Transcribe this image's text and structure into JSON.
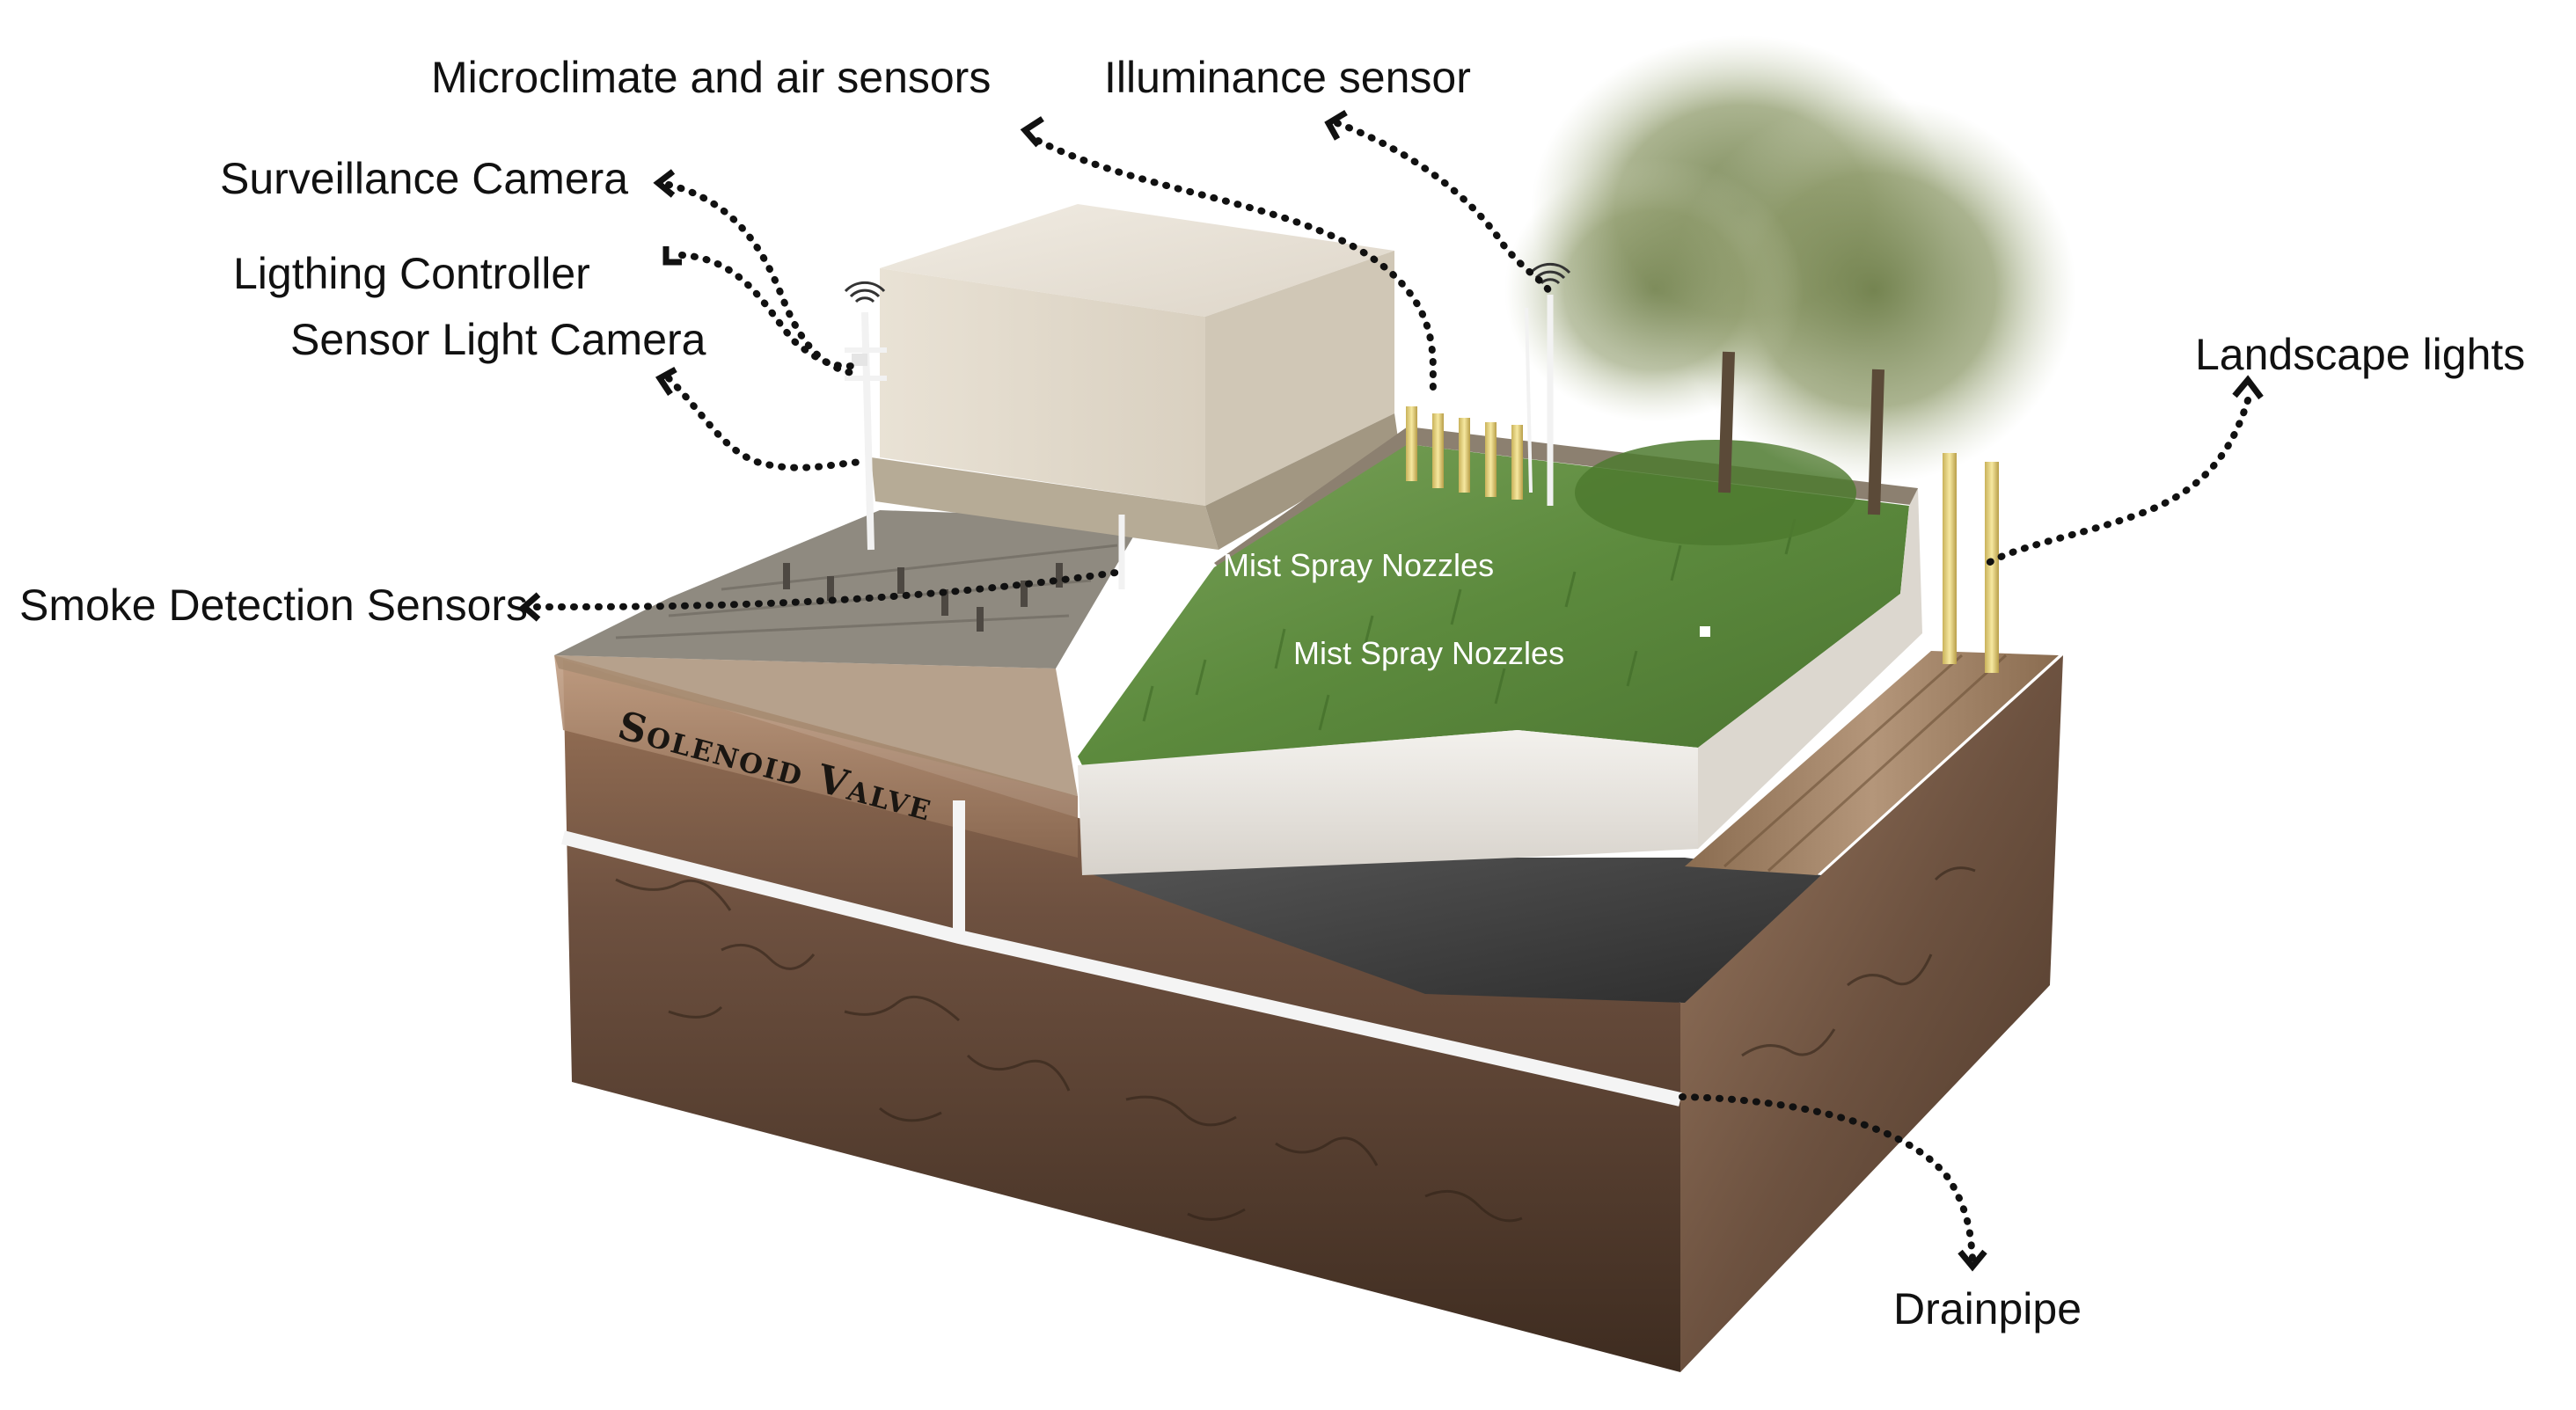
{
  "callouts": {
    "microclimate": "Microclimate and air sensors",
    "illuminance": "Illuminance sensor",
    "surveillance": "Surveillance Camera",
    "lighting_controller": "Ligthing Controller",
    "sensor_light_camera": "Sensor Light Camera",
    "landscape_lights": "Landscape lights",
    "smoke_detection": "Smoke Detection Sensors",
    "drainpipe": "Drainpipe"
  },
  "inline_labels": {
    "mist_spray_1": "Mist Spray Nozzles",
    "mist_spray_2": "Mist Spray Nozzles",
    "solenoid_valve": "Solenoid Valve"
  },
  "colors": {
    "soil_dark": "#5a4230",
    "soil_light": "#b08a6a",
    "grass": "#5f8a3c",
    "planter_wall": "#e6e2dc",
    "block": "#ece6da",
    "asphalt": "#3a3a3a",
    "paving": "#8e8a82",
    "wood_strip": "#a48464",
    "lamp_post": "#e8d27a",
    "pipe": "#f4f4f4"
  },
  "icons": [
    "wifi-icon",
    "wifi-icon"
  ]
}
